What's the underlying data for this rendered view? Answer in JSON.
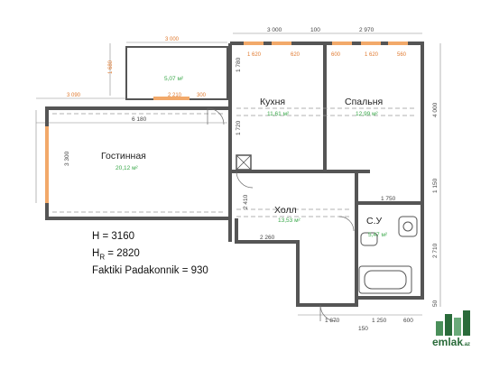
{
  "rooms": {
    "kitchen": {
      "name": "Кухня",
      "area": "11,61 м²"
    },
    "bedroom": {
      "name": "Спальня",
      "area": "12,99 м²"
    },
    "living": {
      "name": "Гостинная",
      "area": "20,12 м²"
    },
    "hall": {
      "name": "Холл",
      "area": "13,53 м²"
    },
    "bath": {
      "name": "С.У",
      "area": "5,47 м²"
    },
    "balcony": {
      "area": "5,07 м²"
    }
  },
  "dimensions": {
    "top_kitchen": "3 000",
    "top_mid": "100",
    "top_bedroom": "2 970",
    "balcony_top": "3 000",
    "balcony_side": "1 680",
    "living_top1": "3 090",
    "living_top2": "6 180",
    "living_window": "2 210",
    "living_left": "300",
    "living_height": "3 300",
    "kitchen_left": "1 780",
    "kitchen_left2": "1 720",
    "hall_left": "2 410",
    "hall_bottom_left": "2 260",
    "hall_right": "1 750",
    "right_top": "4 000",
    "right_mid": "1 150",
    "right_bottom": "2 710",
    "bottom_1": "1 870",
    "bottom_2": "1 250",
    "bottom_3": "600",
    "bottom_4": "150",
    "right_small": "50",
    "win_1": "1 620",
    "win_2": "620",
    "win_3": "600",
    "win_4": "1 620",
    "win_5": "560"
  },
  "notes": {
    "h_label": "H = 3160",
    "hr_prefix": "H",
    "hr_sub": "R",
    "hr_value": "= 2820",
    "fakt": "Faktiki Padakonnik = 930"
  },
  "logo": {
    "text": "emlak",
    "suffix": ".az"
  },
  "colors": {
    "wall": "#555555",
    "window": "#f2a96a",
    "area": "#3aa84a",
    "logo": "#2a6b3a"
  }
}
